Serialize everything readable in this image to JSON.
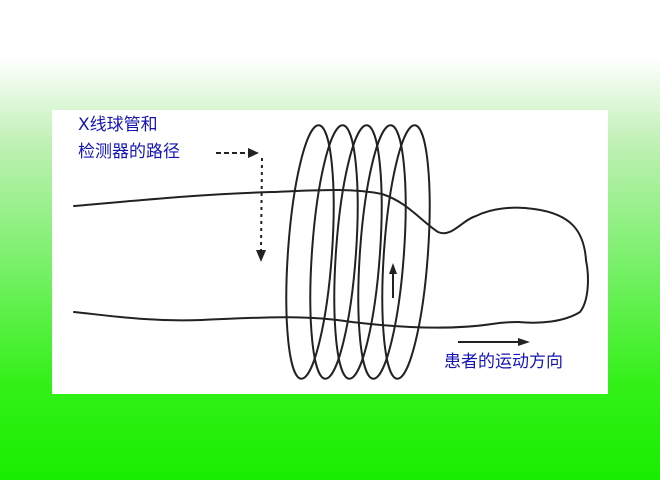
{
  "diagram": {
    "label_path_line1": "X线球管和",
    "label_path_line2": "检测器的路径",
    "label_motion": "患者的运动方向"
  },
  "colors": {
    "label_text": "#1515b5",
    "line": "#222222",
    "panel": "#ffffff",
    "gradient_bottom": "#19ee00"
  }
}
